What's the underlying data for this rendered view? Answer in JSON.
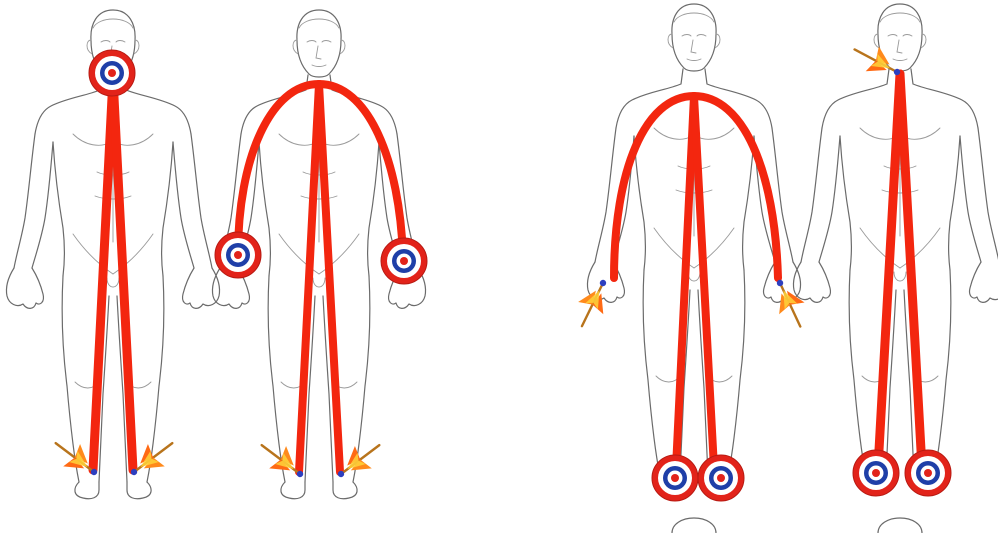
{
  "figure": {
    "panels": [
      {
        "id": "panel-1",
        "connection": "head-to-feet",
        "targets": [
          "head"
        ],
        "arrows": [
          "left-foot",
          "right-foot"
        ]
      },
      {
        "id": "panel-2",
        "connection": "hands-to-feet",
        "targets": [
          "left-hand",
          "right-hand"
        ],
        "arrows": [
          "left-foot",
          "right-foot"
        ]
      },
      {
        "id": "panel-3",
        "connection": "hands-to-feet",
        "targets": [
          "left-foot",
          "right-foot"
        ],
        "arrows": [
          "left-hand",
          "right-hand"
        ]
      },
      {
        "id": "panel-4",
        "connection": "head-to-feet",
        "targets": [
          "left-foot",
          "right-foot"
        ],
        "arrows": [
          "head"
        ]
      }
    ]
  },
  "colors": {
    "line": "#f3260f",
    "target_outer": "#e2231a",
    "target_ring": "#ffffff",
    "target_inner": "#1f3fa8",
    "target_center": "#e2231a",
    "arrow_shaft": "#b8741c",
    "arrow_fletch": "#ff8a1c",
    "arrow_tip": "#2d3fbf",
    "body_outline": "#6b6b6b"
  },
  "icons": {
    "target": "bullseye-target-icon",
    "arrow": "arrow-icon",
    "figure": "human-figure-outline"
  }
}
